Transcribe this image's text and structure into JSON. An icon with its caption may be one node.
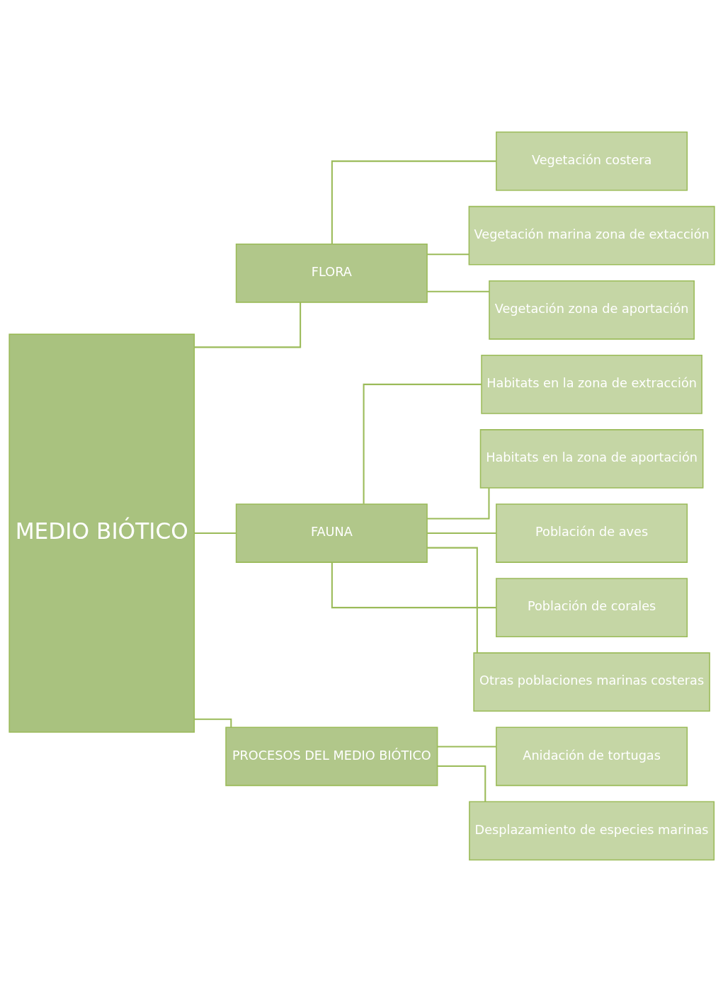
{
  "diagram": {
    "nodes": [
      {
        "text": [
          "MEDIO BIÓTICO"
        ]
      },
      {
        "text": [
          "FLORA"
        ]
      },
      {
        "text": [
          "Vegetación costera"
        ]
      },
      {
        "text": [
          "Vegetación marina zona de extacción"
        ]
      },
      {
        "text": [
          "Vegetación zona de aportación"
        ]
      },
      {
        "text": [
          "FAUNA"
        ]
      },
      {
        "text": [
          "Habitats en la zona de extracción"
        ]
      },
      {
        "text": [
          "Habitats en la zona de aportación"
        ]
      },
      {
        "text": [
          "Población de aves"
        ]
      },
      {
        "text": [
          "Población de corales"
        ]
      },
      {
        "text": [
          "Otras poblaciones marinas costeras"
        ]
      },
      {
        "text": [
          "PROCESOS DEL MEDIO BIÓTICO"
        ]
      },
      {
        "text": [
          "Anidación de tortugas"
        ]
      },
      {
        "text": [
          "Desplazamiento de especies marinas"
        ]
      }
    ],
    "edges": [
      {
        "from": 0,
        "to": 1,
        "arrow": "none"
      },
      {
        "from": 0,
        "to": 5,
        "arrow": "none"
      },
      {
        "from": 0,
        "to": 11,
        "arrow": "none"
      },
      {
        "from": 1,
        "to": 2,
        "arrow": "none"
      },
      {
        "from": 1,
        "to": 3,
        "arrow": "none"
      },
      {
        "from": 1,
        "to": 4,
        "arrow": "none"
      },
      {
        "from": 5,
        "to": 6,
        "arrow": "none"
      },
      {
        "from": 5,
        "to": 7,
        "arrow": "none"
      },
      {
        "from": 5,
        "to": 8,
        "arrow": "none"
      },
      {
        "from": 5,
        "to": 9,
        "arrow": "none"
      },
      {
        "from": 5,
        "to": 10,
        "arrow": "none"
      },
      {
        "from": 11,
        "to": 12,
        "arrow": "none"
      },
      {
        "from": 11,
        "to": 13,
        "arrow": "none"
      }
    ]
  }
}
